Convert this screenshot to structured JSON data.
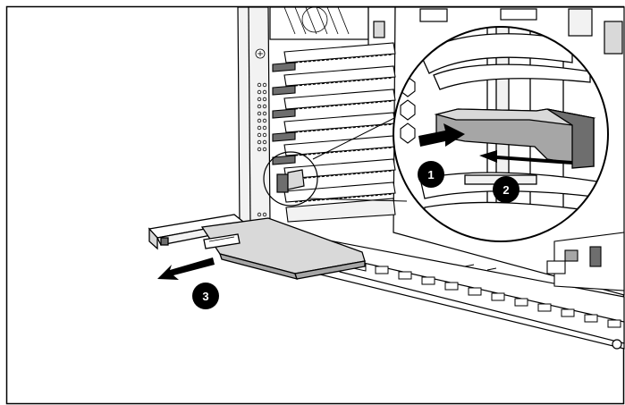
{
  "illustration": {
    "steps": [
      {
        "number": "1"
      },
      {
        "number": "2"
      },
      {
        "number": "3"
      }
    ],
    "colors": {
      "line": "#000000",
      "paper": "#ffffff",
      "light_gray": "#d9d9d9",
      "mid_gray": "#a6a6a6",
      "dark_gray": "#6e6e6e"
    }
  }
}
